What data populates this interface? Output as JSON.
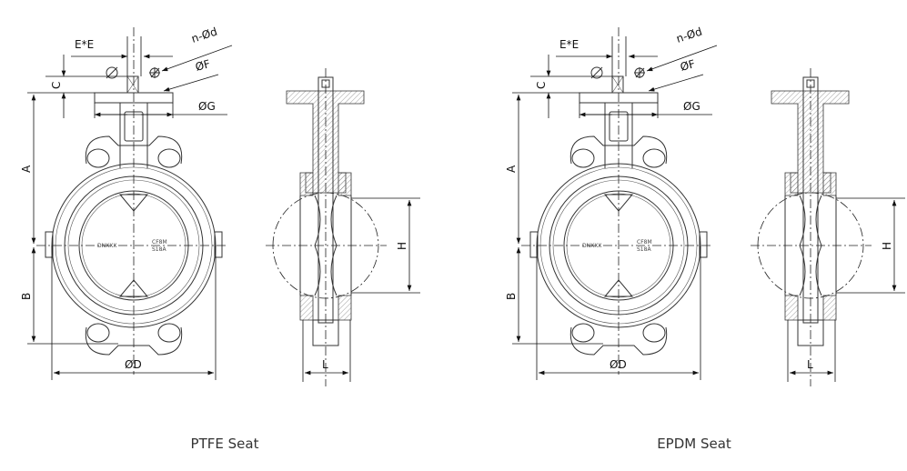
{
  "left": {
    "caption": "PTFE Seat",
    "labels": {
      "ee": "E*E",
      "nd": "n-Ød",
      "f": "ØF",
      "g": "ØG",
      "c": "C",
      "a": "A",
      "b": "B",
      "d": "ØD",
      "h": "H",
      "l": "L"
    },
    "marking": {
      "size": "DNXXX",
      "material1": "CF8M",
      "material2": "S18A"
    }
  },
  "right": {
    "caption": "EPDM Seat",
    "labels": {
      "ee": "E*E",
      "nd": "n-Ød",
      "f": "ØF",
      "g": "ØG",
      "c": "C",
      "a": "A",
      "b": "B",
      "d": "ØD",
      "h": "H",
      "l": "L"
    },
    "marking": {
      "size": "DNXXX",
      "material1": "CF8M",
      "material2": "S18A"
    }
  }
}
